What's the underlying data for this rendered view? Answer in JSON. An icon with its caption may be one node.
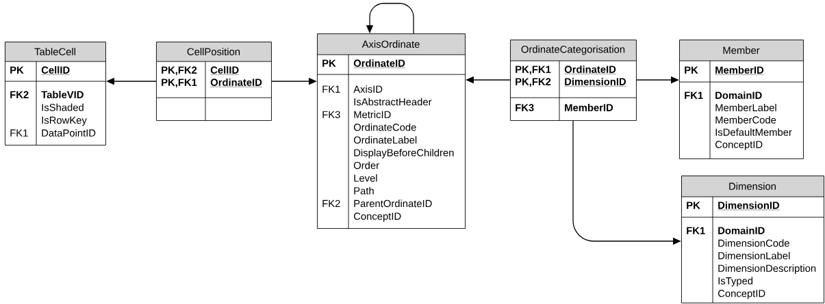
{
  "diagram": {
    "nodes": [
      {
        "text": [
          "TableCell",
          "PK",
          "CellID",
          "FK2",
          "TableVID",
          "IsShaded",
          "IsRowKey",
          "FK1",
          "DataPointID"
        ]
      },
      {
        "text": [
          "CellPosition",
          "PK,FK2",
          "CellID",
          "PK,FK1",
          "OrdinateID"
        ]
      },
      {
        "text": [
          "AxisOrdinate",
          "PK",
          "OrdinateID",
          "FK1",
          "AxisID",
          "IsAbstractHeader",
          "FK3",
          "MetricID",
          "OrdinateCode",
          "OrdinateLabel",
          "DisplayBeforeChildren",
          "Order",
          "Level",
          "Path",
          "FK2",
          "ParentOrdinateID",
          "ConceptID"
        ]
      },
      {
        "text": [
          "OrdinateCategorisation",
          "PK,FK1",
          "OrdinateID",
          "PK,FK2",
          "DimensionID",
          "FK3",
          "MemberID"
        ]
      },
      {
        "text": [
          "Member",
          "PK",
          "MemberID",
          "FK1",
          "DomainID",
          "MemberLabel",
          "MemberCode",
          "IsDefaultMember",
          "ConceptID"
        ]
      },
      {
        "text": [
          "Dimension",
          "PK",
          "DimensionID",
          "FK1",
          "DomainID",
          "DimensionCode",
          "DimensionLabel",
          "DimensionDescription",
          "IsTyped",
          "ConceptID"
        ]
      }
    ],
    "edges": [
      {
        "from": 1,
        "to": 0,
        "arrow": "to"
      },
      {
        "from": 1,
        "to": 2,
        "arrow": "to"
      },
      {
        "from": 2,
        "to": 2,
        "arrow": "to"
      },
      {
        "from": 3,
        "to": 2,
        "arrow": "to"
      },
      {
        "from": 3,
        "to": 4,
        "arrow": "to"
      },
      {
        "from": 3,
        "to": 5,
        "arrow": "to"
      }
    ]
  }
}
